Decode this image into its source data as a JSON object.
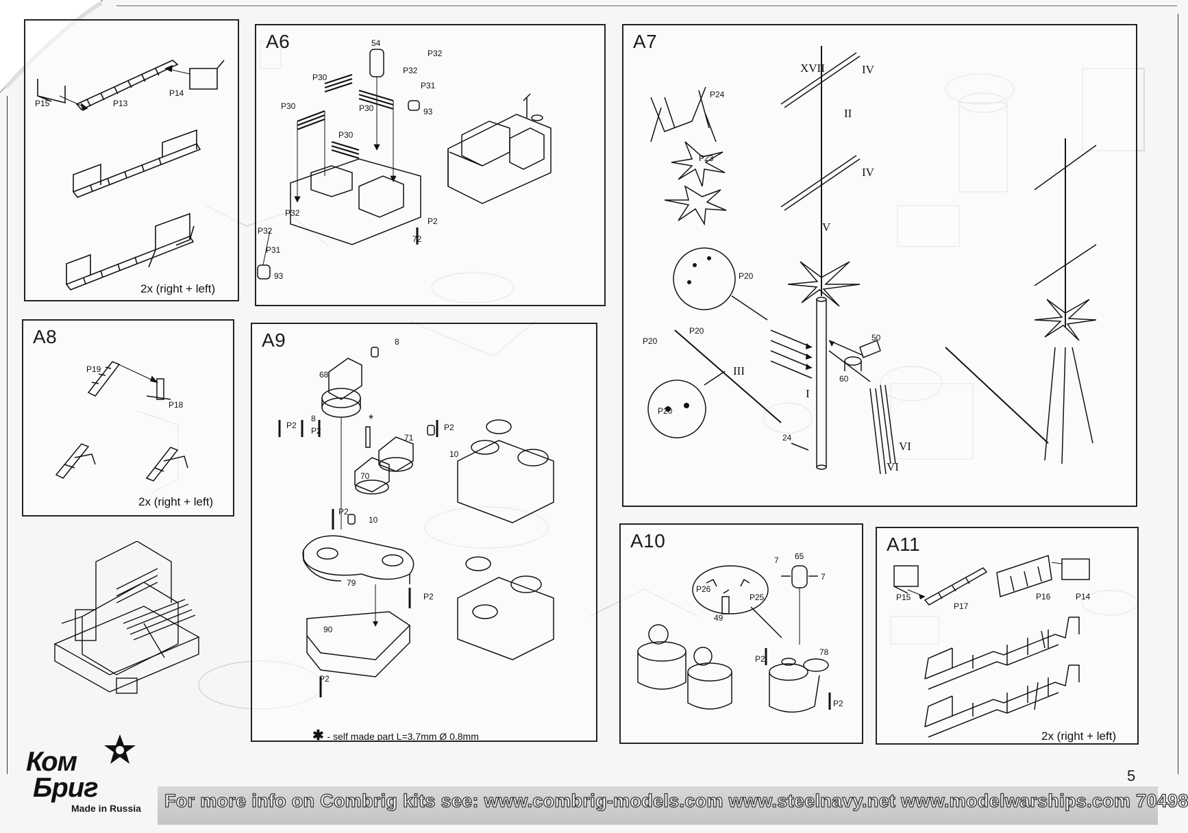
{
  "panels": {
    "a5": {
      "title": "",
      "note": "2x (right + left)",
      "labels": [
        "P15",
        "P13",
        "P14"
      ]
    },
    "a6": {
      "title": "A6",
      "labels": [
        "54",
        "P32",
        "P32",
        "P31",
        "P30",
        "P30",
        "P30",
        "P30",
        "93",
        "P32",
        "P32",
        "P31",
        "93",
        "72",
        "P2"
      ]
    },
    "a7": {
      "title": "A7",
      "roman": [
        "XVII",
        "IV",
        "II",
        "IV",
        "V",
        "III",
        "I",
        "VI",
        "VI"
      ],
      "labels": [
        "P24",
        "P23",
        "P20",
        "P20",
        "P20",
        "P20",
        "50",
        "60",
        "24"
      ]
    },
    "a8": {
      "title": "A8",
      "note": "2x (right + left)",
      "labels": [
        "P19",
        "P18"
      ]
    },
    "a9": {
      "title": "A9",
      "note": "- self made part L=3.7mm  Ø 0.8mm",
      "star": "✱",
      "labels": [
        "68",
        "8",
        "8",
        "P2",
        "P2",
        "P2",
        "71",
        "10",
        "70",
        "P2",
        "10",
        "79",
        "P2",
        "90",
        "P2",
        "*"
      ]
    },
    "a10": {
      "title": "A10",
      "labels": [
        "7",
        "65",
        "7",
        "P26",
        "49",
        "P25",
        "P2",
        "78",
        "P2"
      ]
    },
    "a11": {
      "title": "A11",
      "note": "2x (right + left)",
      "labels": [
        "P15",
        "P17",
        "P16",
        "P14"
      ]
    }
  },
  "footer": {
    "info": "For more info on Combrig kits see: www.combrig-models.com www.steelnavy.net  www.modelwarships.com  70498",
    "page_number": "5"
  },
  "logo": {
    "line1": "Ком",
    "line2": "Бриг",
    "sub": "Made in Russia"
  }
}
